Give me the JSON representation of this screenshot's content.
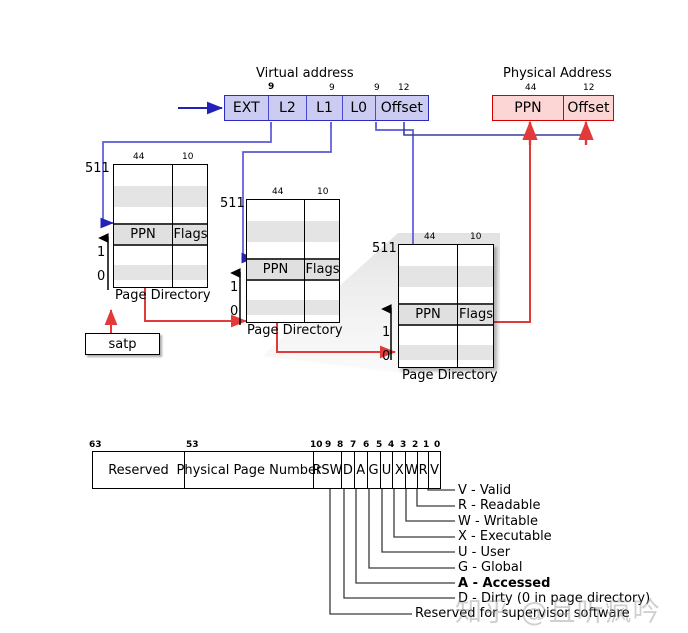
{
  "diagram": {
    "virtual_address": {
      "title": "Virtual address",
      "fields": [
        {
          "label": "EXT",
          "bits": ""
        },
        {
          "label": "L2",
          "bits": "9"
        },
        {
          "label": "L1",
          "bits": "9"
        },
        {
          "label": "L0",
          "bits": "9"
        },
        {
          "label": "Offset",
          "bits": "12"
        }
      ]
    },
    "physical_address": {
      "title": "Physical Address",
      "fields": [
        {
          "label": "PPN",
          "bits": "44"
        },
        {
          "label": "Offset",
          "bits": "12"
        }
      ]
    },
    "satp": {
      "label": "satp"
    },
    "page_directories": [
      {
        "caption": "Page Directory",
        "col_bits": [
          "44",
          "10"
        ],
        "entry_labels": [
          "PPN",
          "Flags"
        ],
        "index_top": "511",
        "index_one": "1",
        "index_zero": "0"
      },
      {
        "caption": "Page Directory",
        "col_bits": [
          "44",
          "10"
        ],
        "entry_labels": [
          "PPN",
          "Flags"
        ],
        "index_top": "511",
        "index_one": "1",
        "index_zero": "0"
      },
      {
        "caption": "Page Directory",
        "col_bits": [
          "44",
          "10"
        ],
        "entry_labels": [
          "PPN",
          "Flags"
        ],
        "index_top": "511",
        "index_one": "1",
        "index_zero": "0"
      }
    ],
    "pte": {
      "bit_labels_left": [
        "63",
        "53",
        "10"
      ],
      "bit_labels_right": [
        "9",
        "8",
        "7",
        "6",
        "5",
        "4",
        "3",
        "2",
        "1",
        "0"
      ],
      "cells": [
        {
          "label": "Reserved"
        },
        {
          "label": "Physical Page Number"
        },
        {
          "label": "RSW"
        },
        {
          "label": "D"
        },
        {
          "label": "A"
        },
        {
          "label": "G"
        },
        {
          "label": "U"
        },
        {
          "label": "X"
        },
        {
          "label": "W"
        },
        {
          "label": "R"
        },
        {
          "label": "V"
        }
      ]
    },
    "legend": [
      {
        "text": "V - Valid",
        "bold": false
      },
      {
        "text": "R  - Readable",
        "bold": false
      },
      {
        "text": "W - Writable",
        "bold": false
      },
      {
        "text": "X - Executable",
        "bold": false
      },
      {
        "text": "U - User",
        "bold": false
      },
      {
        "text": "G - Global",
        "bold": false
      },
      {
        "text": "A - Accessed",
        "bold": true
      },
      {
        "text": "D - Dirty (0 in page directory)",
        "bold": false
      },
      {
        "text": "Reserved for supervisor software",
        "bold": false
      }
    ],
    "watermark": "知乎 @且听疯吟",
    "colors": {
      "va_fill": "#ccccf2",
      "va_stroke": "#2b2bbd",
      "pa_fill": "#fcd5d5",
      "pa_stroke": "#d40000",
      "arrow_blue": "#2222bb",
      "arrow_red": "#e23a3a",
      "table_shade": "#e4e4e4"
    }
  }
}
